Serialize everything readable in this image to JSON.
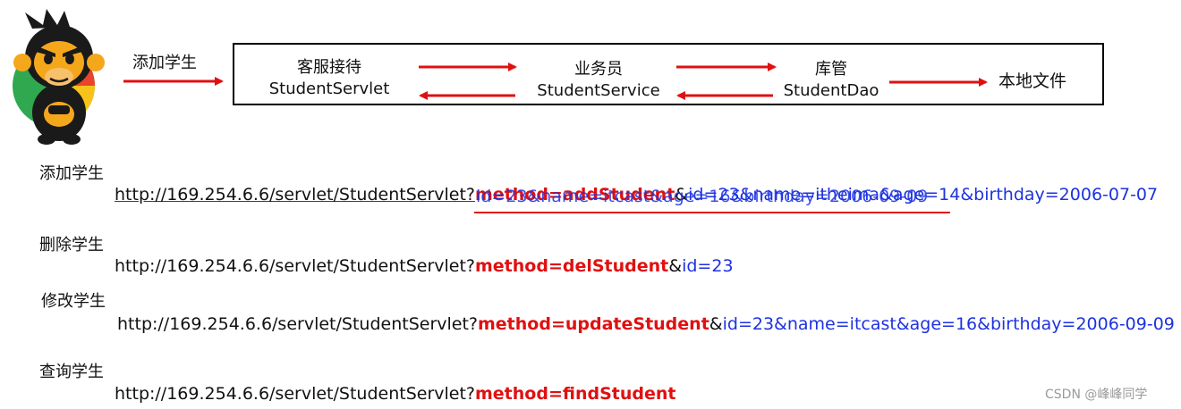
{
  "flow": {
    "entry_label": "添加学生",
    "nodes": [
      {
        "zh": "客服接待",
        "en": "StudentServlet"
      },
      {
        "zh": "业务员",
        "en": "StudentService"
      },
      {
        "zh": "库管",
        "en": "StudentDao"
      },
      {
        "zh": "本地文件",
        "en": ""
      }
    ]
  },
  "requests": {
    "add": {
      "label": "添加学生",
      "base": "http://169.254.6.6/servlet/StudentServlet?",
      "method": "method=addStudent",
      "amp": "&",
      "params": "id=23&name=itheima&age=14&birthday=2006-07-07",
      "overlap_text": "id=23&name=itcast&age=16&birthday=2006-09-09"
    },
    "del": {
      "label": "删除学生",
      "base": "http://169.254.6.6/servlet/StudentServlet?",
      "method": "method=delStudent",
      "amp": "&",
      "params": "id=23"
    },
    "update": {
      "label": "修改学生",
      "base": "http://169.254.6.6/servlet/StudentServlet?",
      "method": "method=updateStudent",
      "amp": "&",
      "params": "id=23&name=itcast&age=16&birthday=2006-09-09"
    },
    "find": {
      "label": "查询学生",
      "base": "http://169.254.6.6/servlet/StudentServlet?",
      "method": "method=findStudent"
    }
  },
  "watermark": "CSDN @峰峰同学",
  "colors": {
    "arrow": "#e01010",
    "method": "#e01010",
    "params": "#1d32e0"
  }
}
